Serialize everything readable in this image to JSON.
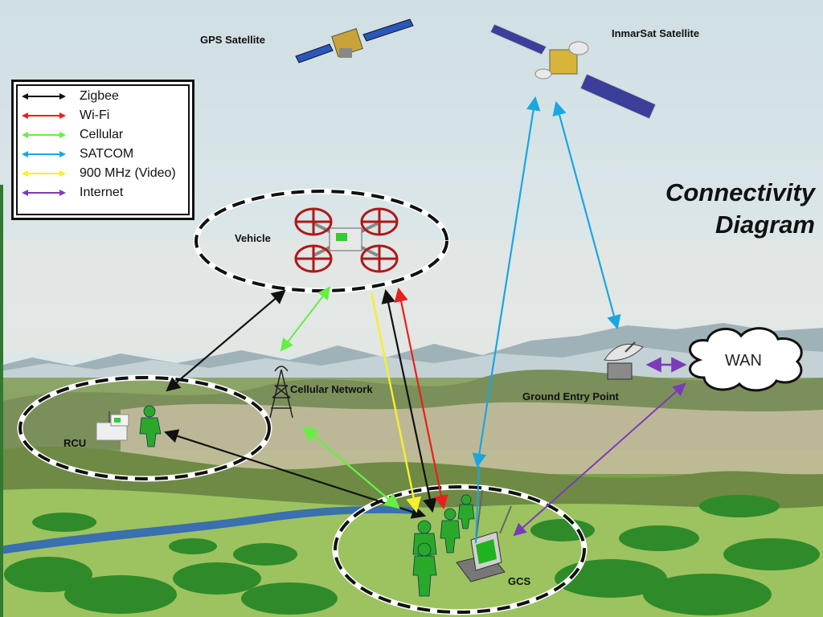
{
  "title": {
    "line1": "Connectivity",
    "line2": "Diagram"
  },
  "legend": {
    "items": [
      {
        "label": "Zigbee",
        "color": "#111111"
      },
      {
        "label": "Wi-Fi",
        "color": "#e8201c"
      },
      {
        "label": "Cellular",
        "color": "#66ee44"
      },
      {
        "label": "SATCOM",
        "color": "#1aa6e0"
      },
      {
        "label": "900 MHz (Video)",
        "color": "#f7ef2a"
      },
      {
        "label": "Internet",
        "color": "#7a3cb8"
      }
    ]
  },
  "labels": {
    "gps_satellite": "GPS Satellite",
    "inmarsat_satellite": "InmarSat Satellite",
    "vehicle": "Vehicle",
    "cellular_network": "Cellular Network",
    "ground_entry_point": "Ground Entry Point",
    "rcu": "RCU",
    "gcs": "GCS",
    "wan": "WAN"
  },
  "colors": {
    "sky": "#d4e2e6",
    "mountain": "#9aaeb4",
    "terrain_green": "#5e9a3a",
    "soldier": "#2aa82a",
    "river": "#3a6fb0"
  }
}
